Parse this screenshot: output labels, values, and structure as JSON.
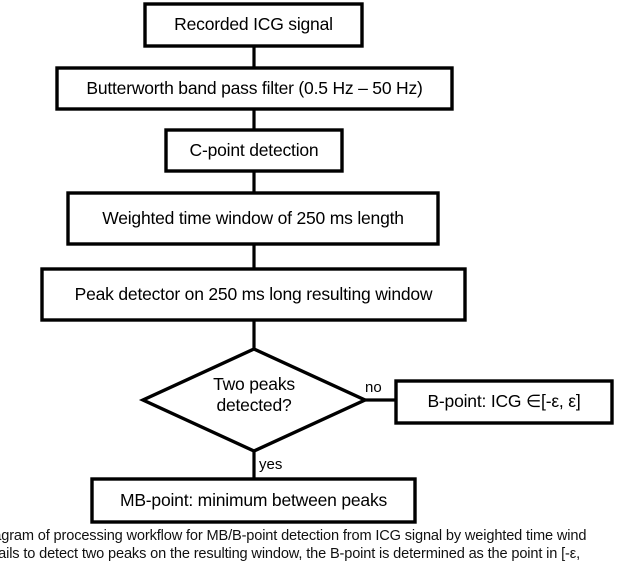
{
  "figure": {
    "type": "flowchart",
    "title": "Block diagram of processing workflow for MB/B-point detection from ICG signal",
    "background_color": "#ffffff",
    "stroke_color": "#000000"
  },
  "nodes": [
    {
      "id": "recorded",
      "shape": "rect",
      "label": "Recorded ICG signal"
    },
    {
      "id": "filter",
      "shape": "rect",
      "label": "Butterworth band pass filter (0.5 Hz – 50 Hz)"
    },
    {
      "id": "cpoint",
      "shape": "rect",
      "label": "C-point detection"
    },
    {
      "id": "window",
      "shape": "rect",
      "label": "Weighted time window of 250 ms length"
    },
    {
      "id": "peakdet",
      "shape": "rect",
      "label": "Peak detector on 250 ms long resulting window"
    },
    {
      "id": "decision",
      "shape": "diamond",
      "label_line1": "Two peaks",
      "label_line2": "detected?"
    },
    {
      "id": "bpoint",
      "shape": "rect",
      "label": "B-point: ICG ∈[-ε, ε]"
    },
    {
      "id": "mbpoint",
      "shape": "rect",
      "label": "MB-point: minimum between peaks"
    }
  ],
  "edges": [
    {
      "from": "recorded",
      "to": "filter",
      "label": ""
    },
    {
      "from": "filter",
      "to": "cpoint",
      "label": ""
    },
    {
      "from": "cpoint",
      "to": "window",
      "label": ""
    },
    {
      "from": "window",
      "to": "peakdet",
      "label": ""
    },
    {
      "from": "peakdet",
      "to": "decision",
      "label": ""
    },
    {
      "from": "decision",
      "to": "bpoint",
      "label": "no"
    },
    {
      "from": "decision",
      "to": "mbpoint",
      "label": "yes"
    }
  ],
  "edge_labels": {
    "no": "no",
    "yes": "yes"
  },
  "caption": {
    "line1": "ck diagram of processing workflow for MB/B-point detection from ICG signal by weighted time wind",
    "line2": "dow fails to detect two peaks on the resulting window, the B-point is determined as the point in [-ε,"
  }
}
